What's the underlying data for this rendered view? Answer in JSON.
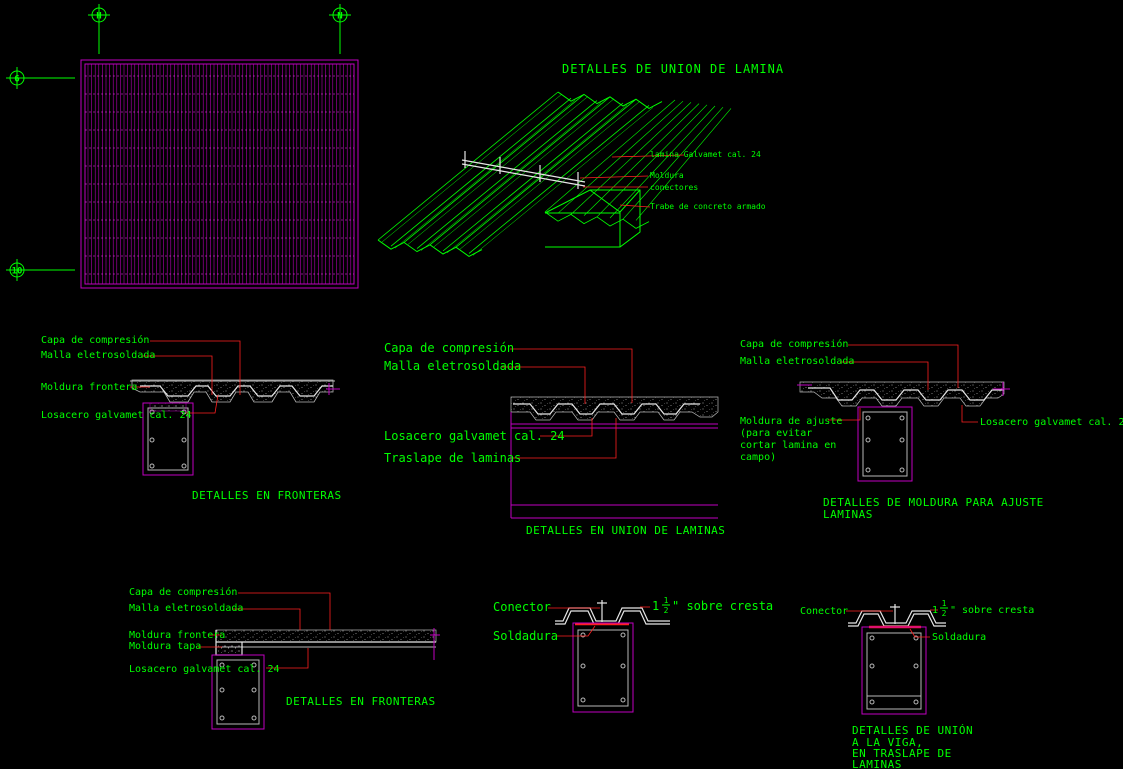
{
  "colors": {
    "background": "#000000",
    "text": "#00ff00",
    "outline": "#c000c0",
    "leader": "#ff2020",
    "concrete": "#b8b8b8",
    "steel": "#e6e6e6"
  },
  "axes": {
    "top_left": "H",
    "top_right": "N",
    "left_top": "6",
    "left_bottom": "10"
  },
  "iso_detail": {
    "title": "DETALLES  DE UNION DE LAMINA",
    "labels": {
      "lamina": "lamina Galvamet cal. 24",
      "moldura": "Moldura",
      "conectores": "conectores",
      "trabe": "Trabe de concreto armado"
    }
  },
  "detail_fronteras_1": {
    "title": "DETALLES  EN FRONTERAS",
    "labels": {
      "capa": "Capa de compresión",
      "malla": "Malla eletrosoldada",
      "moldura": "Moldura frontera",
      "losacero": "Losacero galvamet cal. 24"
    }
  },
  "detail_union": {
    "title": "DETALLES  EN UNION DE LAMINAS",
    "labels": {
      "capa": "Capa de compresión",
      "malla": "Malla eletrosoldada",
      "losacero": "Losacero galvamet cal. 24",
      "traslape": "Traslape de laminas"
    }
  },
  "detail_moldura": {
    "title_line1": "DETALLES DE MOLDURA  PARA AJUSTE",
    "title_line2": "LAMINAS",
    "labels": {
      "capa": "Capa de compresión",
      "malla": "Malla eletrosoldada",
      "moldura_l1": "Moldura de ajuste",
      "moldura_l2": "(para evitar",
      "moldura_l3": "cortar lamina en",
      "moldura_l4": "campo)",
      "losacero": "Losacero galvamet cal. 24"
    }
  },
  "detail_fronteras_2": {
    "title": "DETALLES  EN FRONTERAS",
    "labels": {
      "capa": "Capa de compresión",
      "malla": "Malla eletrosoldada",
      "moldura_frontera": "Moldura frontera",
      "moldura_tapa": "Moldura tapa",
      "losacero": "Losacero galvamet cal. 24"
    }
  },
  "detail_conector_1": {
    "labels": {
      "conector": "Conector",
      "soldadura": "Soldadura",
      "cresta_num": "1",
      "cresta_frac_top": "1",
      "cresta_frac_bottom": "2",
      "cresta_text": "\" sobre cresta"
    }
  },
  "detail_conector_2": {
    "title_line1": "DETALLES DE UNIÓN",
    "title_line2": "A LA VIGA,",
    "title_line3": "  EN TRASLAPE DE",
    "title_line4": "LAMINAS",
    "labels": {
      "conector": "Conector",
      "soldadura": "Soldadura",
      "cresta_num": "1",
      "cresta_frac_top": "1",
      "cresta_frac_bottom": "2",
      "cresta_text": "\" sobre cresta"
    }
  }
}
